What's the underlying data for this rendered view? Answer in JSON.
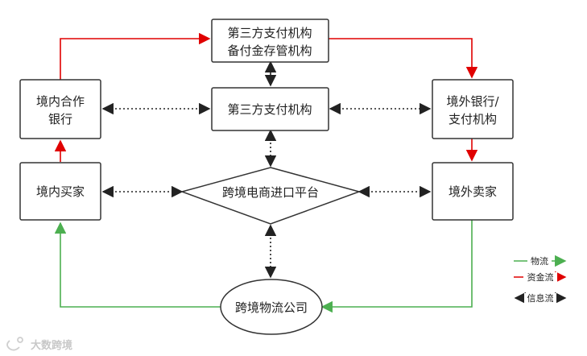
{
  "colors": {
    "money": "#e00000",
    "logistics": "#4caf50",
    "info": "#222222",
    "node_border": "#333333"
  },
  "nodes": {
    "escrow": {
      "line1": "第三方支付机构",
      "line2": "备付金存管机构"
    },
    "pay_inst": {
      "label": "第三方支付机构"
    },
    "domestic_bank": {
      "line1": "境内合作",
      "line2": "银行"
    },
    "foreign_bank": {
      "line1": "境外银行/",
      "line2": "支付机构"
    },
    "domestic_buyer": {
      "label": "境内买家"
    },
    "foreign_seller": {
      "label": "境外卖家"
    },
    "platform": {
      "label": "跨境电商进口平台"
    },
    "logistics_co": {
      "label": "跨境物流公司"
    }
  },
  "legend": {
    "logistics": "物流",
    "money": "资金流",
    "info": "信息流"
  },
  "watermark": {
    "text": "大数跨境",
    "icon": "logo-icon"
  }
}
